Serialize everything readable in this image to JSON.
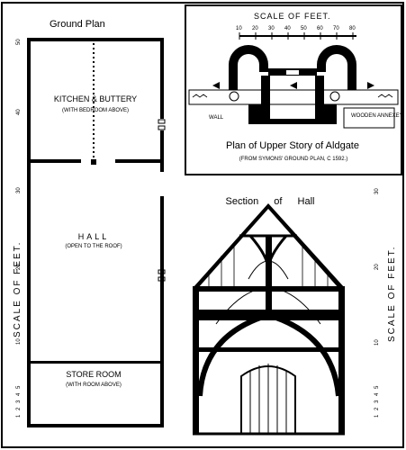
{
  "ground_plan": {
    "title": "Ground Plan",
    "rooms": [
      {
        "name": "KITCHEN & BUTTERY",
        "note": "(WITH BEDROOM ABOVE)"
      },
      {
        "name": "HALL",
        "note": "(OPEN TO THE ROOF)"
      },
      {
        "name": "STORE ROOM",
        "note": "(WITH ROOM ABOVE)"
      }
    ]
  },
  "left_scale": {
    "label": "SCALE OF FEET.",
    "major_ticks": [
      "50",
      "40",
      "30",
      "20",
      "10"
    ],
    "minor_ticks": [
      "1",
      "2",
      "3",
      "4",
      "5"
    ]
  },
  "aldgate": {
    "scale_label": "SCALE OF FEET.",
    "scale_ticks": [
      "10",
      "20",
      "30",
      "40",
      "50",
      "60",
      "70",
      "80"
    ],
    "wall_label": "WALL",
    "annexe_label": "WOODEN ANNEXE?",
    "title": "Plan of Upper Story of Aldgate",
    "source": "(FROM SYMONS' GROUND PLAN, C 1592.)"
  },
  "section": {
    "title": "Section of Hall",
    "scale_label": "SCALE OF FEET.",
    "major_ticks": [
      "30",
      "20",
      "10"
    ],
    "minor_ticks": [
      "1",
      "2",
      "3",
      "4",
      "5"
    ]
  }
}
